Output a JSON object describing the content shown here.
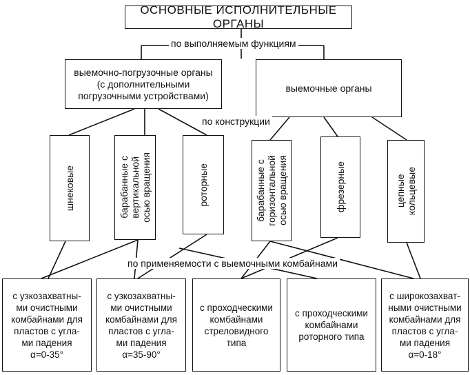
{
  "title": "ОСНОВНЫЕ ИСПОЛНИТЕЛЬНЫЕ ОРГАНЫ",
  "labels": {
    "by_function": "по выполняемым функциям",
    "by_design": "по конструкции",
    "by_use": "по применяемости с выемочными комбайнами"
  },
  "level1": {
    "loading": "выемочно-погрузочные органы\n(с дополнительными\nпогрузочными устройствами)",
    "cutting": "выемочные органы"
  },
  "level2": {
    "auger": "шнековые",
    "drum_vertical": "барабанные с\nвертикальной\nосью вращения",
    "rotary": "роторные",
    "drum_horizontal": "барабанные с\nгоризонтальной\nосью вращения",
    "milling": "фрезерные",
    "chain_ring": "цепные\nкольцевые"
  },
  "level3": {
    "narrow_low": "с узкозахватны-\nми очистными\nкомбайнами для\nпластов с угла-\nми падения\nα=0-35°",
    "narrow_steep": "с узкозахватны-\nми очистными\nкомбайнами для\nпластов с угла-\nми падения\nα=35-90°",
    "heading_boom": "с проходческими\nкомбайнами\nстреловидного\nтипа",
    "heading_rotor": "с проходческими\nкомбайнами\nроторного типа",
    "wide": "с широкозахват-\nными очистными\nкомбайнами для\nпластов с угла-\nми падения\nα=0-18°"
  }
}
